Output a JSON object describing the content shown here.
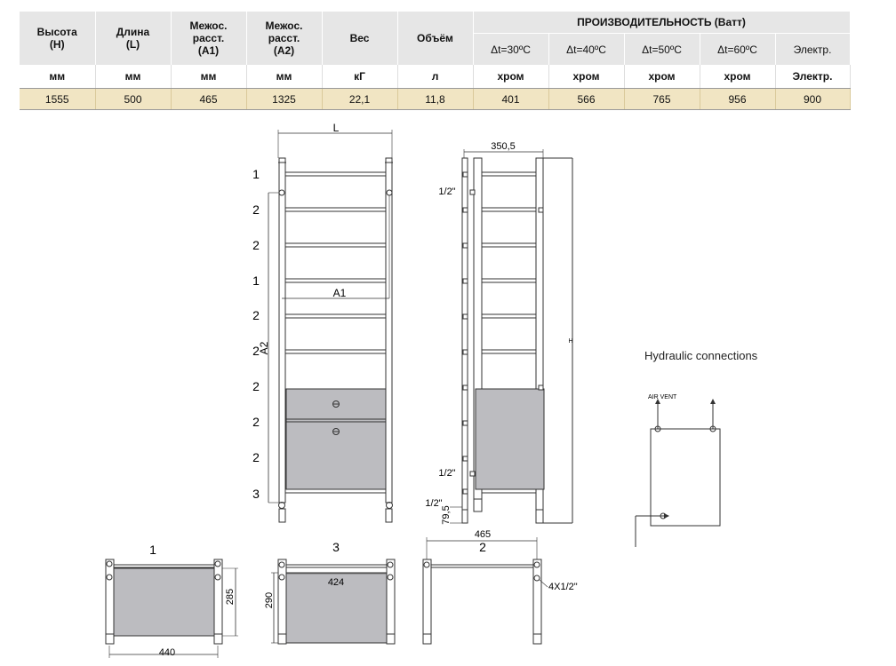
{
  "table": {
    "headers": [
      {
        "label": "Высота",
        "sub": "(H)"
      },
      {
        "label": "Длина",
        "sub": "(L)"
      },
      {
        "label": "Межос. расст.",
        "sub": "(A1)"
      },
      {
        "label": "Межос. расст.",
        "sub": "(A2)"
      },
      {
        "label": "Вес",
        "sub": ""
      },
      {
        "label": "Объём",
        "sub": ""
      }
    ],
    "perf_title": "ПРОИЗВОДИТЕЛЬНОСТЬ (Ватт)",
    "perf_headers": [
      "Δt=30ºC",
      "Δt=40ºC",
      "Δt=50ºC",
      "Δt=60ºC",
      "Электр."
    ],
    "units": [
      "мм",
      "мм",
      "мм",
      "мм",
      "кГ",
      "л",
      "хром",
      "хром",
      "хром",
      "хром",
      "Электр."
    ],
    "values": [
      "1555",
      "500",
      "465",
      "1325",
      "22,1",
      "11,8",
      "401",
      "566",
      "765",
      "956",
      "900"
    ]
  },
  "front_view": {
    "dim_top": "L",
    "dim_a1": "A1",
    "dim_a2": "A2",
    "spacing_labels": [
      "1",
      "2",
      "2",
      "1",
      "2",
      "2",
      "2",
      "2",
      "2",
      "3"
    ]
  },
  "side_view": {
    "dim_width": "350,5",
    "dim_height": "H",
    "conn_labels": [
      "1/2\"",
      "1/2\"",
      "1/2\""
    ],
    "dim_bottom": "79,5"
  },
  "hydraulic": {
    "title": "Hydraulic connections",
    "air_vent": "AIR VENT"
  },
  "sections": {
    "s1_label": "1",
    "s1_width": "440",
    "s1_height": "285",
    "s3_label": "3",
    "s3_width": "424",
    "s3_height": "290",
    "s2_label": "2",
    "s2_width": "465",
    "s2_conn": "4X1/2\""
  }
}
